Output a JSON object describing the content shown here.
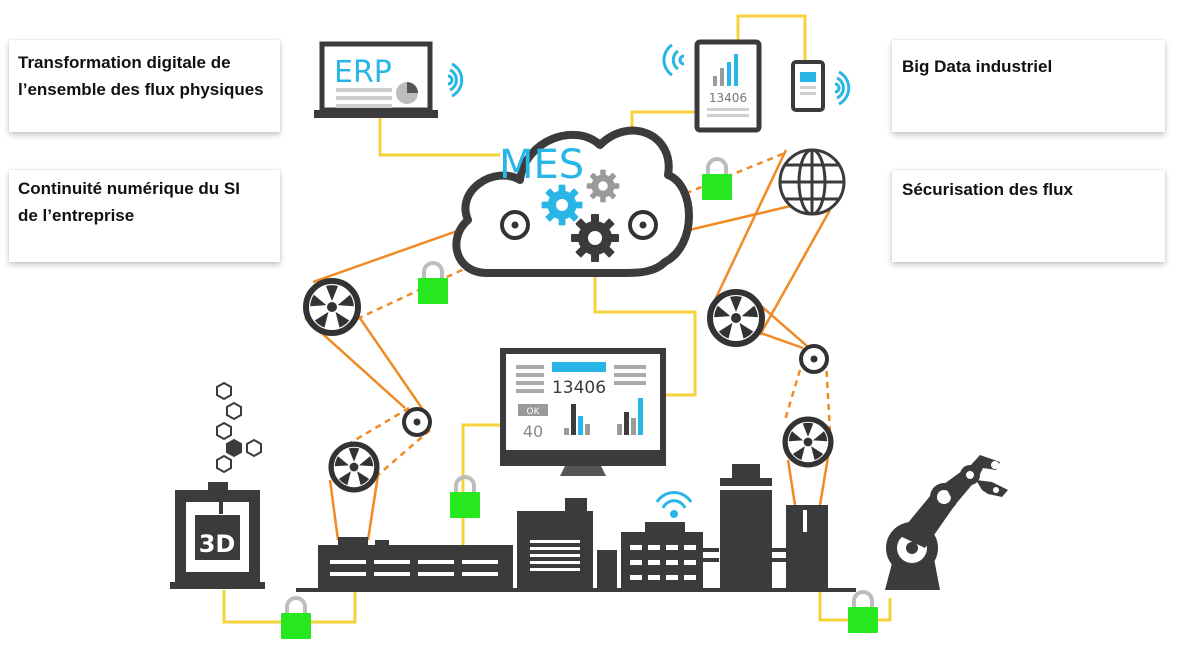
{
  "cards": {
    "top_left_1": [
      "Transformation digitale de",
      "l’ensemble des flux physiques"
    ],
    "top_left_2": [
      "Continuité numérique du SI",
      "de l’entreprise"
    ],
    "top_right_1": [
      "Big Data industriel"
    ],
    "top_right_2": [
      "Sécurisation des flux"
    ]
  },
  "erp": {
    "label": "ERP"
  },
  "cloud": {
    "label": "MES"
  },
  "tablet": {
    "number": "13406"
  },
  "monitor": {
    "number": "13406",
    "status": "OK",
    "count": "40"
  },
  "printer": {
    "label": "3D"
  },
  "colors": {
    "accent": "#29b6e6",
    "dark": "#3b3b3b",
    "wire": "#f5d33b",
    "belt": "#f08a24",
    "lock": "#27e81f"
  }
}
